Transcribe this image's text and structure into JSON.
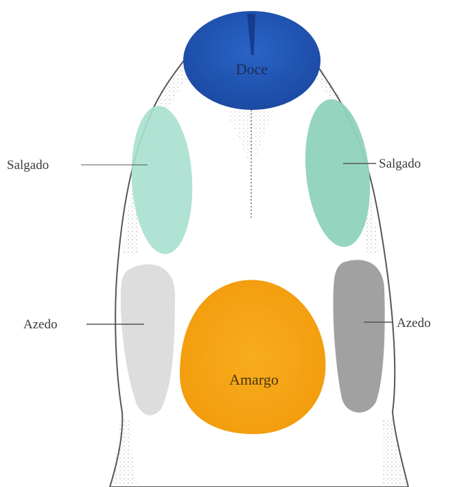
{
  "diagram": {
    "regions": {
      "tip": {
        "label": "Doce",
        "color": "#1f57b8"
      },
      "left_side": {
        "label": "Salgado",
        "color": "#a9e0cf"
      },
      "right_side": {
        "label": "Salgado",
        "color": "#8fd3bd"
      },
      "left_rear": {
        "label": "Azedo",
        "color": "#d9d9d9"
      },
      "right_rear": {
        "label": "Azedo",
        "color": "#9c9c9c"
      },
      "back": {
        "label": "Amargo",
        "color": "#f4a417"
      }
    },
    "outline_color": "#555555"
  }
}
